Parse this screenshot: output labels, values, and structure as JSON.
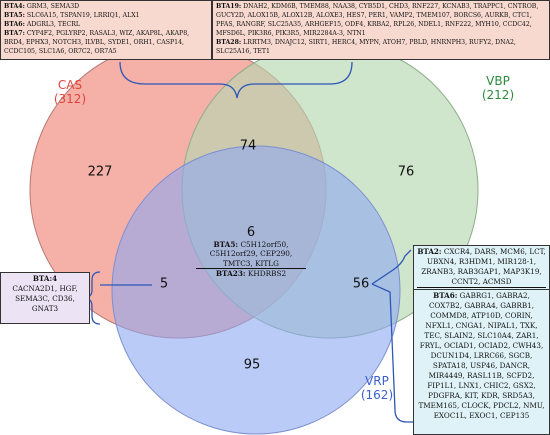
{
  "colors": {
    "cas_fill": "#f0867a",
    "vbp_fill": "#b5d7b0",
    "vrp_fill": "#8ea8f2",
    "cas_label": "#e0463d",
    "vbp_label": "#2e8a3d",
    "vrp_label": "#3b5fd1",
    "top_box_bg": "#f7d9cf",
    "left_box_bg": "#ece3f5",
    "right_box_bg": "#def2f8",
    "bracket": "#2e56b8"
  },
  "sets": {
    "cas": {
      "name": "CAS",
      "total": "(312)"
    },
    "vbp": {
      "name": "VBP",
      "total": "(212)"
    },
    "vrp": {
      "name": "VRP",
      "total": "(162)"
    }
  },
  "regions": {
    "cas_only": "227",
    "vbp_only": "76",
    "vrp_only": "95",
    "cas_vbp": "74",
    "cas_vrp": "5",
    "vbp_vrp": "56",
    "all": "6"
  },
  "boxes": {
    "top_left": [
      {
        "tag": "BTA4:",
        "genes": " GRM3, SEMA3D"
      },
      {
        "tag": "BTA5:",
        "genes": " SLC6A15, TSPAN19, LRRIQ1, ALX1"
      },
      {
        "tag": "BTA6:",
        "genes": " ADGRL3, TECRL"
      },
      {
        "tag": "BTA7:",
        "genes": " CYP4F2, PGLYRP2, RASAL3, WIZ, AKAP8L, AKAP8, BRD4, EPHX3, NOTCH3, ILVBL, SYDE1, ORH1, CASP14, CCDC105, SLC1A6, OR7C2, OR7A5"
      }
    ],
    "top_right": [
      {
        "tag": "BTA19:",
        "genes": " DNAH2, KDM6B, TMEM88, NAA38, CYB5D1, CHD3, RNF227, KCNAB3, TRAPPC1, CNTROB, GUCY2D, ALOX15B, ALOX12B, ALOXE3, HES7, PER1, VAMP2, TMEM107, BORCS6, AURKB, CTC1, PFAS, RANGRF, SLC25A35, ARHGEF15, ODF4, KRBA2, RPL26, NDEL1, RNF222, MYH10, CCDC42, MFSD6L, PIK3R6, PIK3R5, MIR2284A-3, NTN1"
      },
      {
        "tag": "BTA28:",
        "genes": " LRRTM3, DNAJC12, SIRT1, HERC4, MYPN, ATOH7, PBLD, HNRNPH3, RUFY2, DNA2, SLC25A16, TET1"
      }
    ],
    "left": {
      "tag": "BTA:4",
      "genes": "CACNA2D1, HGF, SEMA3C, CD36, GNAT3"
    },
    "right_top": {
      "tag": "BTA2:",
      "genes": " CXCR4, DARS, MCM6, LCT, UBXN4, R3HDM1, MIR128-1, ZRANB3, RAB3GAP1, MAP3K19, CCNT2, ACMSD"
    },
    "right_bottom": {
      "tag": "BTA6:",
      "genes": " GABRG1, GABRA2, COX7B2, GABRA4, GABRB1, COMMD8, ATP10D, CORIN, NFXL1, CNGA1, NIPAL1, TXK, TEC, SLAIN2, SLC10A4, ZAR1, FRYL, OCIAD1, OCIAD2, CWH43, DCUN1D4, LRRC66, SGCB, SPATA18, USP46, DANCR, MIR4449, RASL11B, SCFD2, FIP1L1, LNX1, CHIC2, GSX2, PDGFRA, KIT, KDR, SRD5A3, TMEM165, CLOCK, PDCL2, NMU, EXOC1L, EXOC1, CEP135"
    },
    "center": {
      "line1": "BTA5:",
      "line1_genes": " C5H12orf50, C5H12orf29, CEP290, TMTC3, KITLG",
      "line2": "BTA23:",
      "line2_genes": " KHDRBS2"
    }
  }
}
